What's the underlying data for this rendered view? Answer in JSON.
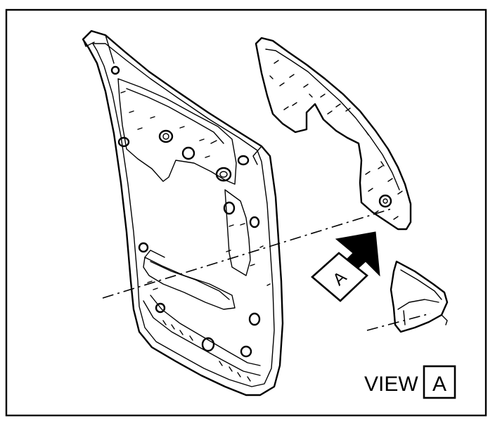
{
  "callout": {
    "letter": "A"
  },
  "view_label": {
    "word": "VIEW",
    "letter": "A"
  }
}
